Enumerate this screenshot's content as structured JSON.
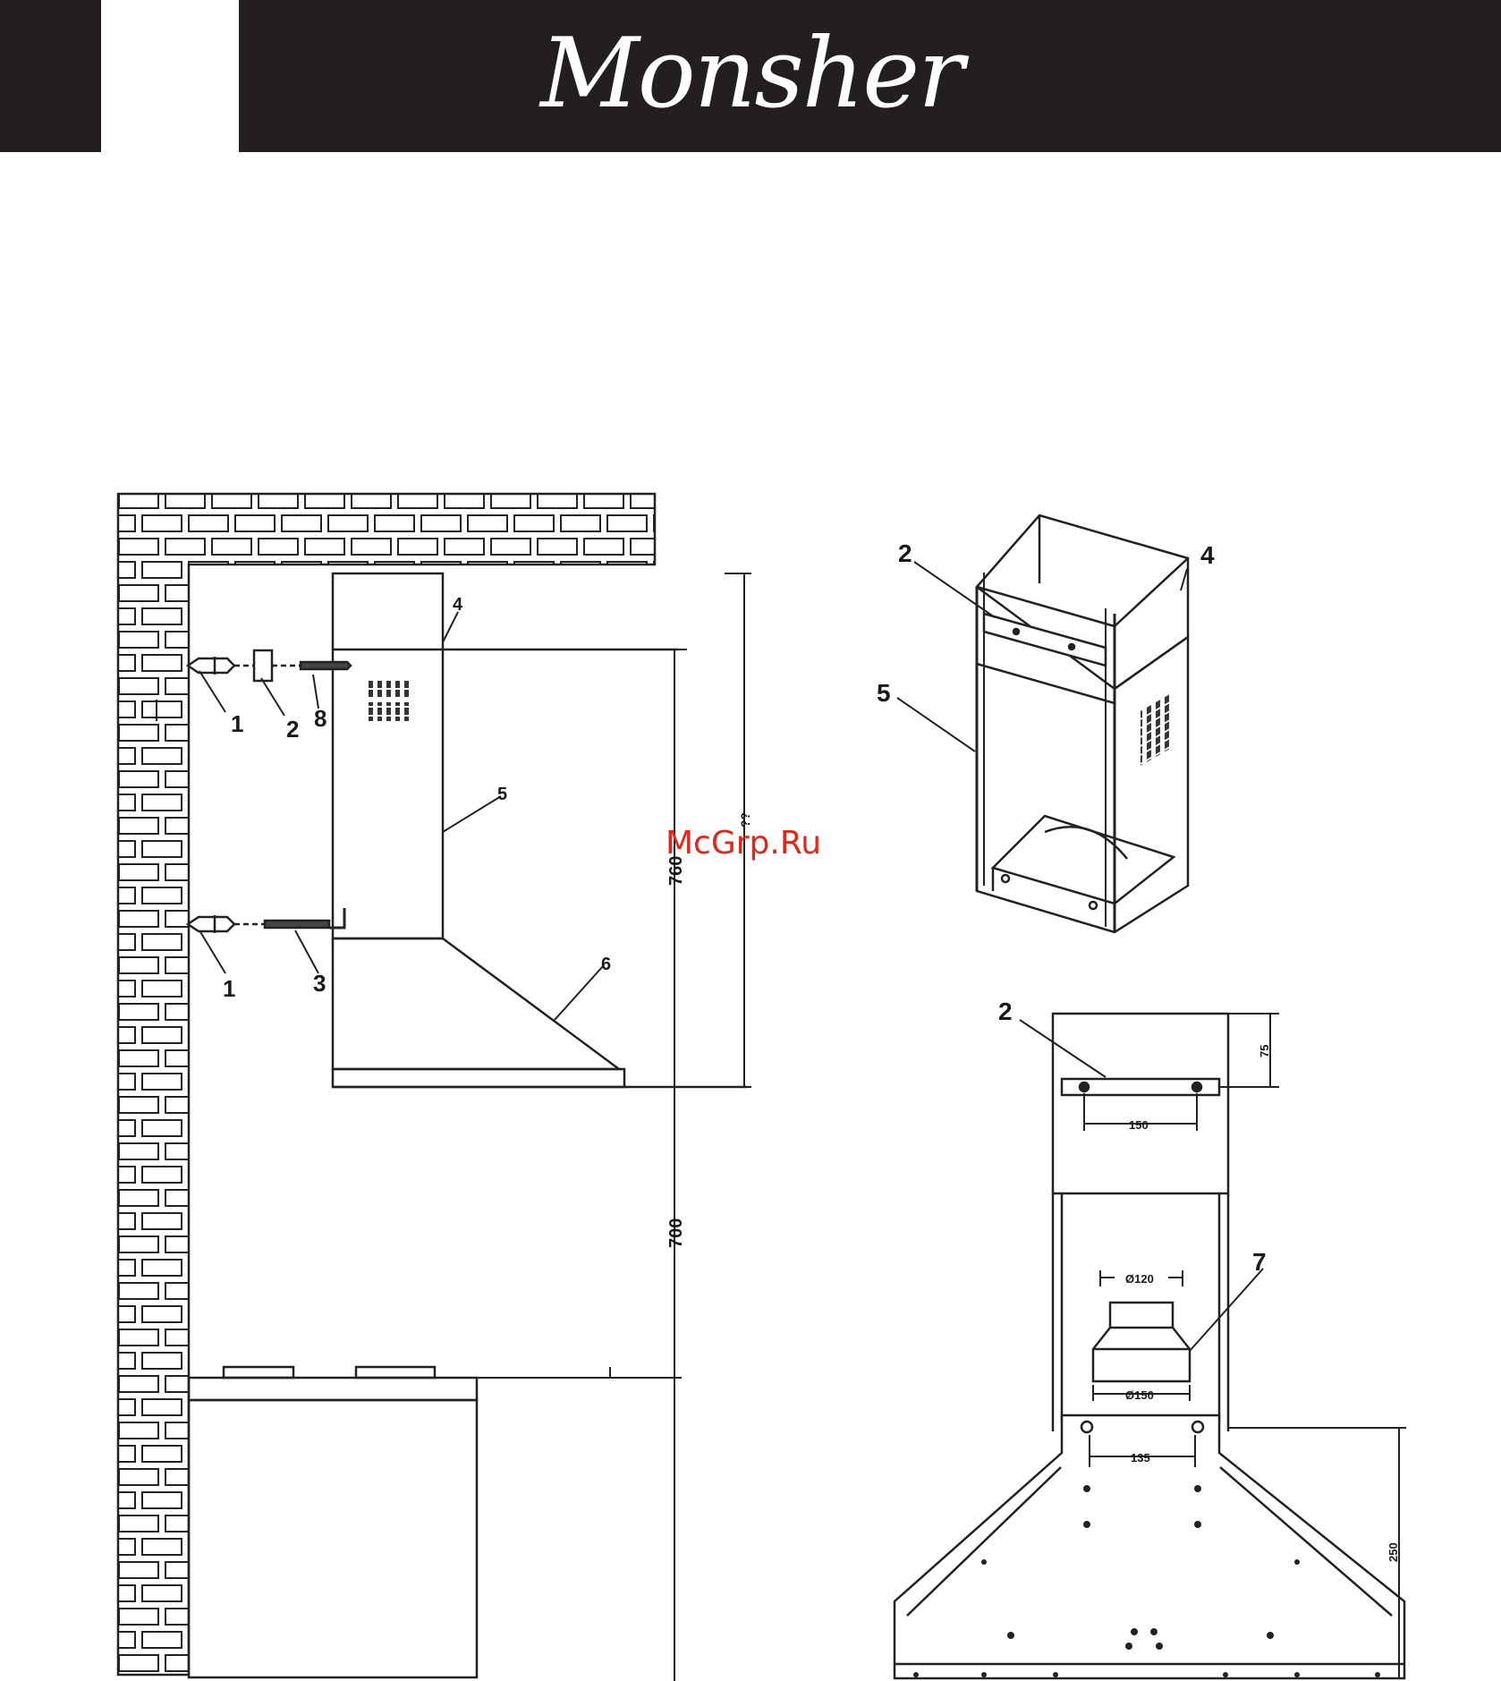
{
  "header": {
    "brand": "Monsher",
    "colors": {
      "bar": "#231f20",
      "brand_text": "#ffffff"
    }
  },
  "watermark": {
    "text": "McGrp.Ru",
    "color": "#e0271b"
  },
  "side_view": {
    "callouts": {
      "c1a": "1",
      "c1b": "1",
      "c2": "2",
      "c3": "3",
      "c4": "4",
      "c5": "5",
      "c6": "6",
      "c8": "8"
    },
    "dimensions": {
      "d760": "760",
      "d700": "700",
      "dtotal": "??"
    }
  },
  "iso_view": {
    "callouts": {
      "c2": "2",
      "c4": "4",
      "c5": "5"
    }
  },
  "front_view": {
    "callouts": {
      "c2": "2",
      "c7": "7"
    },
    "dimensions": {
      "d75": "75",
      "d150": "150",
      "d120": "Ø120",
      "d150b": "Ø150",
      "d135": "135",
      "d250": "250"
    }
  }
}
